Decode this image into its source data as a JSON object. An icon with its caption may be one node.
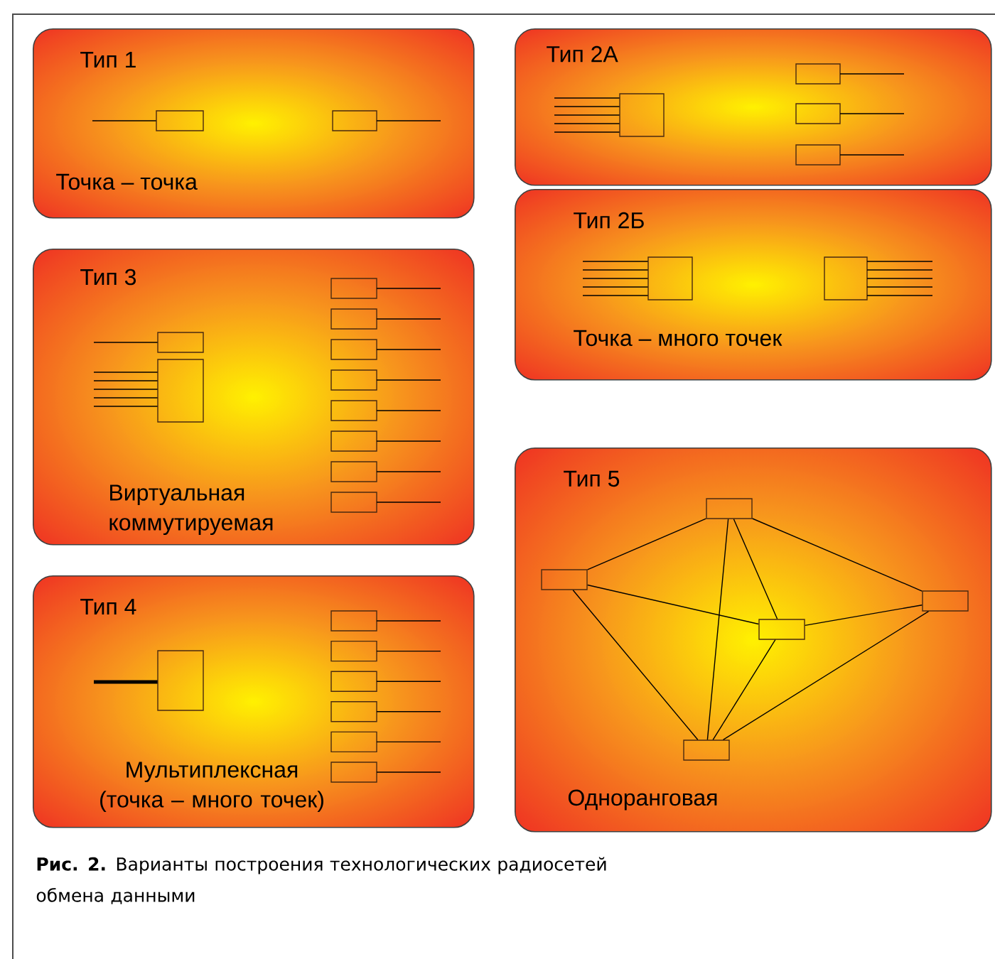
{
  "diagram": {
    "caption": "**Рис. 2.** Варианты построения технологических радиосетей обмена данными",
    "nodes": [
      {
        "text": [
          "Тип 1",
          "Точка – точка"
        ]
      },
      {
        "text": [
          "Тип 2А"
        ]
      },
      {
        "text": [
          "Тип 2Б",
          "Точка – много точек"
        ]
      },
      {
        "text": [
          "Тип 3",
          "Виртуальная коммутируемая"
        ]
      },
      {
        "text": [
          "Тип 4",
          "Мультиплексная (точка – много точек)"
        ]
      },
      {
        "text": [
          "Тип 5",
          "Одноранговая"
        ]
      },
      {
        "text": [],
        "shape": "box",
        "in": 5
      },
      {
        "text": [],
        "shape": "box",
        "in": 5
      },
      {
        "text": [],
        "shape": "box",
        "in": 5
      },
      {
        "text": [],
        "shape": "box",
        "in": 5
      },
      {
        "text": [],
        "shape": "box",
        "in": 5
      }
    ],
    "edges": [
      {
        "from": 7,
        "to": 6,
        "arrow": "none"
      },
      {
        "from": 7,
        "to": 9,
        "arrow": "none"
      },
      {
        "from": 7,
        "to": 10,
        "arrow": "none"
      },
      {
        "from": 6,
        "to": 10,
        "arrow": "none"
      },
      {
        "from": 6,
        "to": 9,
        "arrow": "none"
      },
      {
        "from": 6,
        "to": 8,
        "arrow": "none"
      },
      {
        "from": 9,
        "to": 8,
        "arrow": "none"
      },
      {
        "from": 9,
        "to": 10,
        "arrow": "none"
      },
      {
        "from": 8,
        "to": 10,
        "arrow": "none"
      }
    ]
  }
}
